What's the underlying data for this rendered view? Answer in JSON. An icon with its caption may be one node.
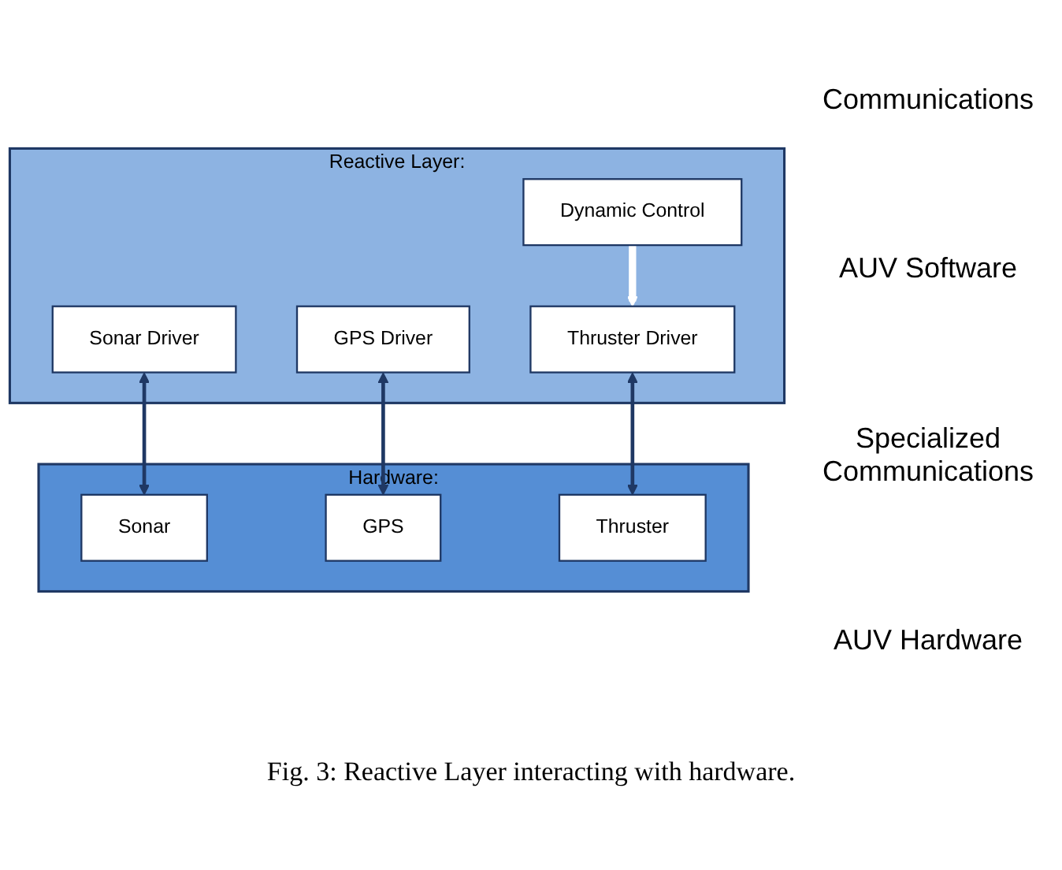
{
  "diagram": {
    "caption": "Fig. 3: Reactive Layer interacting with hardware.",
    "nodes": [
      {
        "text": [
          "Reactive Layer:"
        ]
      },
      {
        "text": [
          "Dynamic Control"
        ],
        "in": 0
      },
      {
        "text": [
          "Sonar Driver"
        ],
        "in": 0
      },
      {
        "text": [
          "GPS Driver"
        ],
        "in": 0
      },
      {
        "text": [
          "Thruster Driver"
        ],
        "in": 0
      },
      {
        "text": [
          "Hardware:"
        ]
      },
      {
        "text": [
          "Sonar"
        ],
        "in": 5
      },
      {
        "text": [
          "GPS"
        ],
        "in": 5
      },
      {
        "text": [
          "Thruster"
        ],
        "in": 5
      }
    ],
    "edges": [
      {
        "from": 1,
        "to": 4,
        "arrow": "to",
        "style": "thick",
        "color": "#ffffff"
      },
      {
        "from": 2,
        "to": 6,
        "arrow": "both"
      },
      {
        "from": 3,
        "to": 7,
        "arrow": "both"
      },
      {
        "from": 4,
        "to": 8,
        "arrow": "both"
      }
    ],
    "labels": [
      "Communications",
      "AUV Software",
      "Specialized Communications",
      "AUV Hardware"
    ]
  }
}
